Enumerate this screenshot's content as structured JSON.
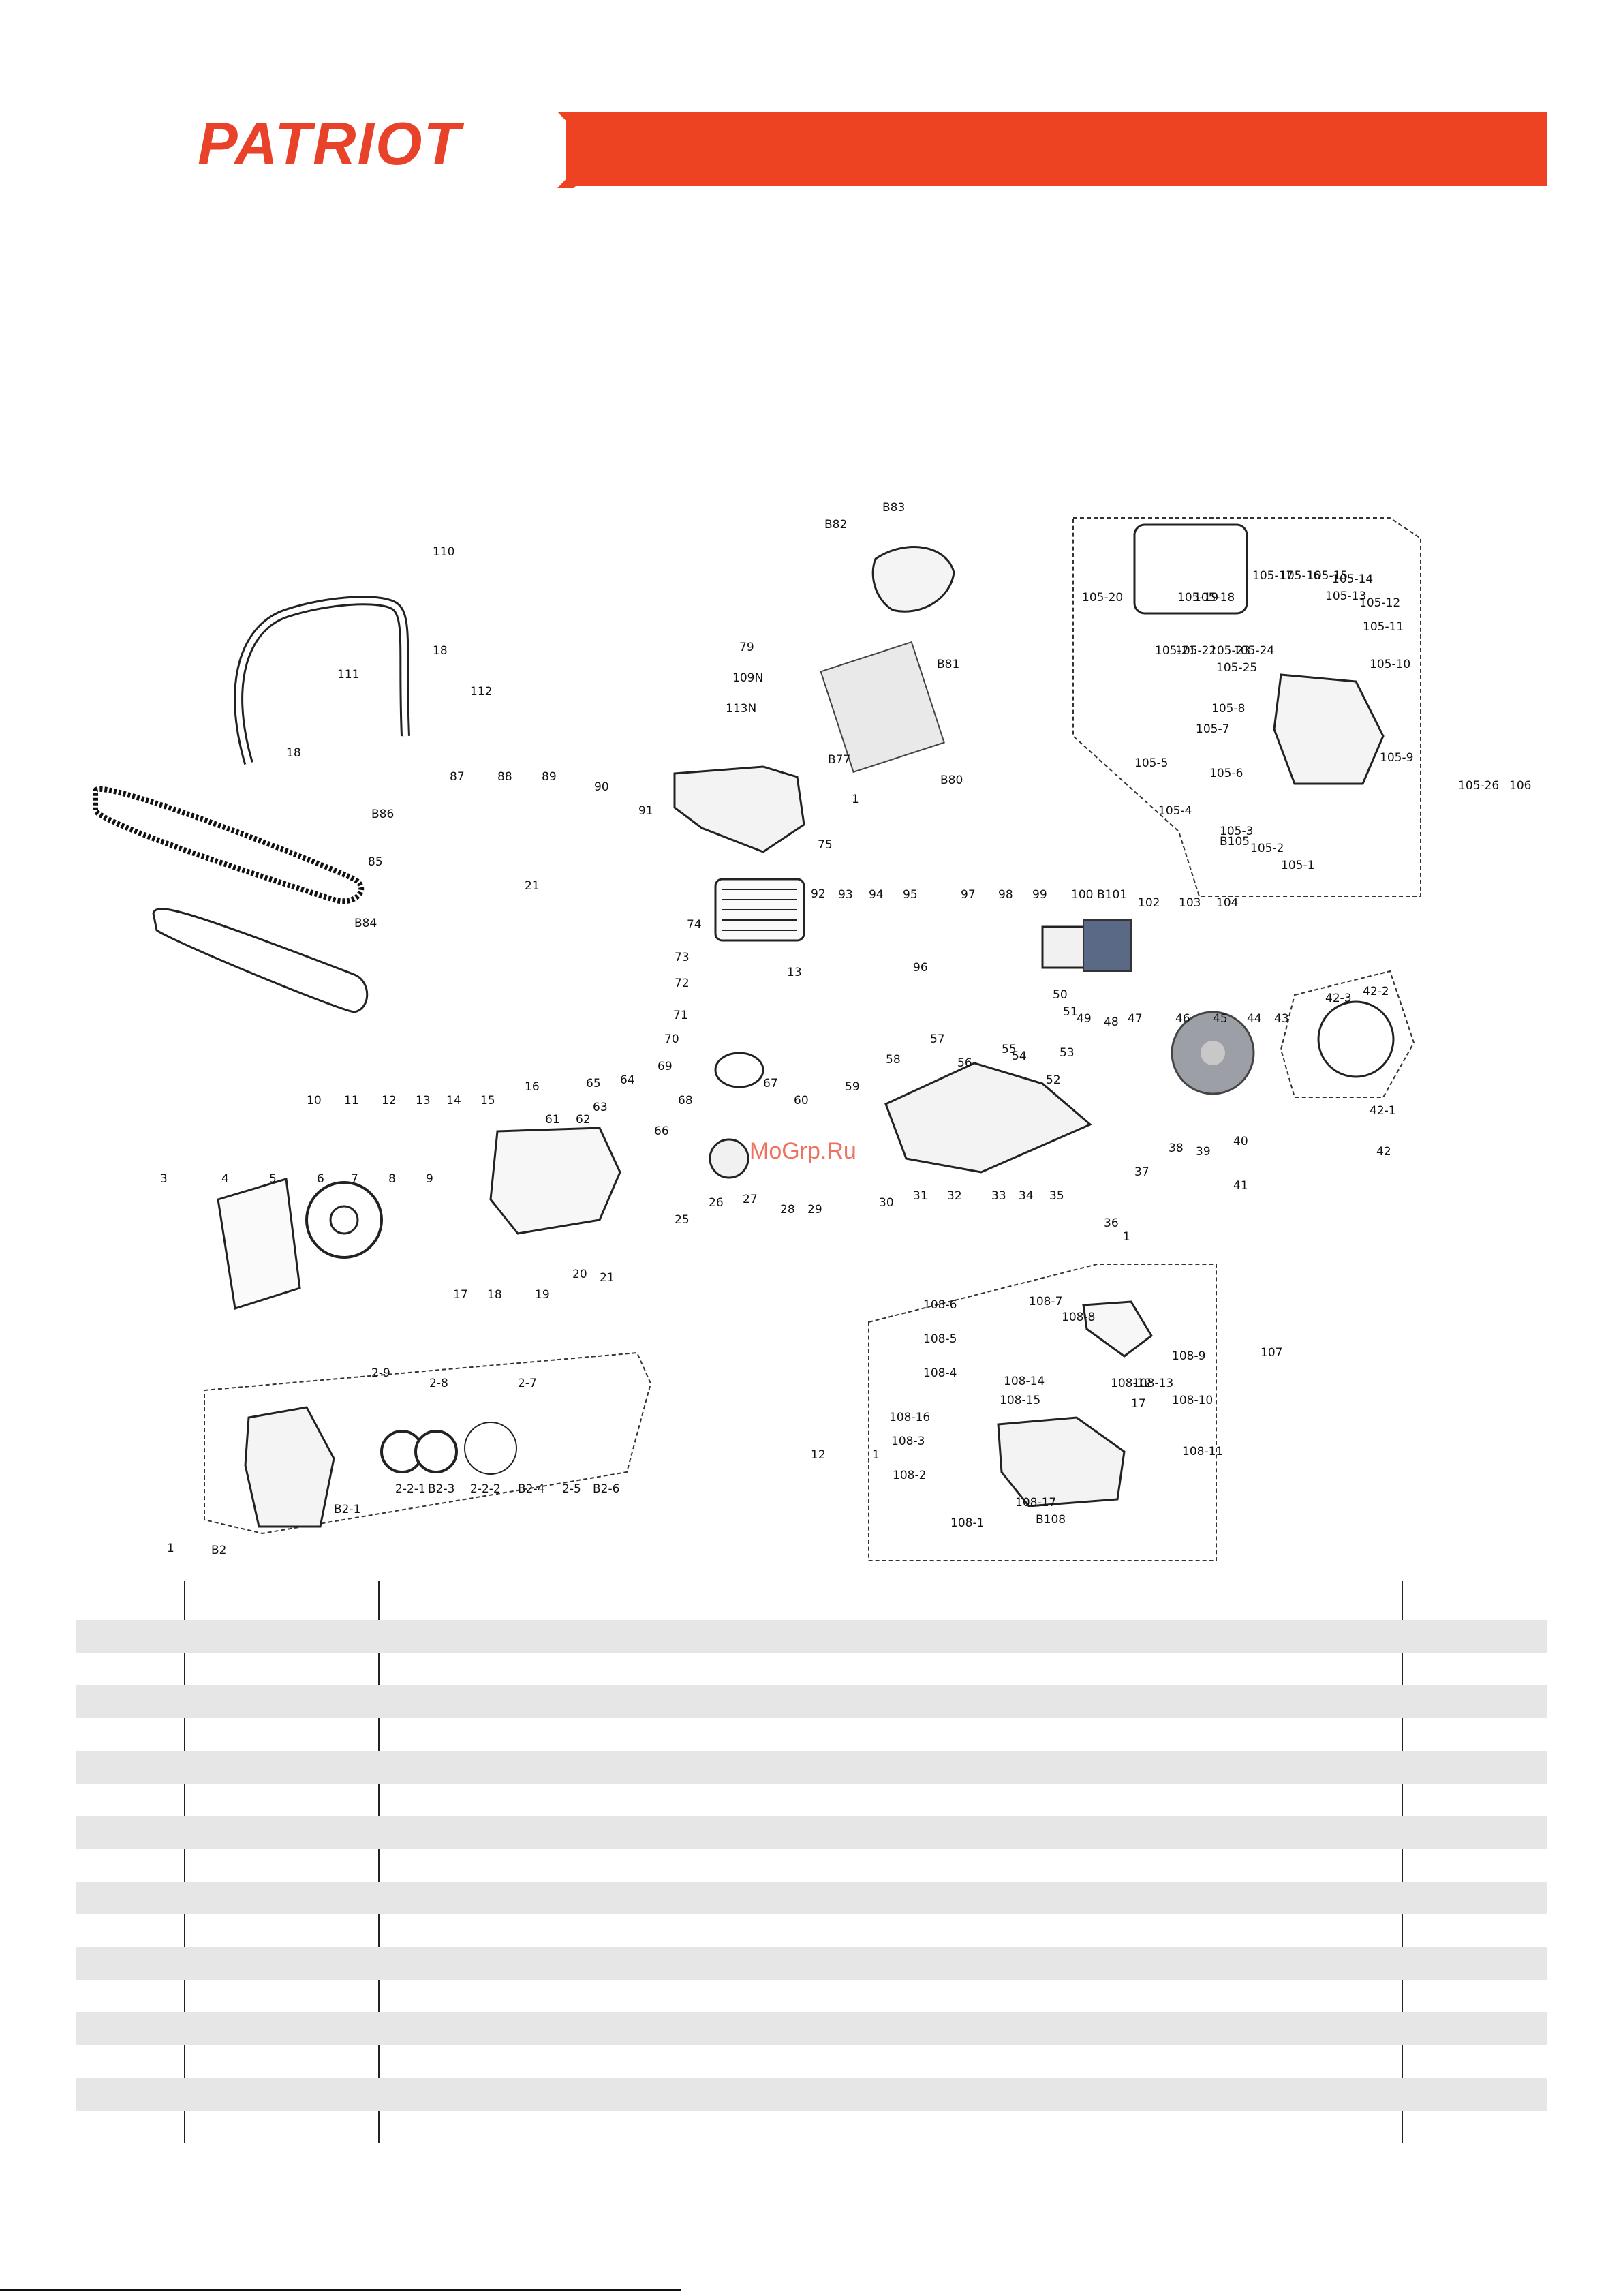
{
  "header": {
    "brand": "PATRIOT",
    "accent_color": "#ee4322"
  },
  "watermark": "MoGrp.Ru",
  "part_numbers": [
    "110",
    "18",
    "111",
    "112",
    "18",
    "В86",
    "87",
    "88",
    "89",
    "90",
    "91",
    "21",
    "В84",
    "85",
    "79",
    "109N",
    "113N",
    "В82",
    "В83",
    "В81",
    "В80",
    "В77",
    "1",
    "75",
    "74",
    "13",
    "92",
    "93",
    "94",
    "95",
    "97",
    "98",
    "99",
    "100",
    "В101",
    "102",
    "103",
    "104",
    "96",
    "73",
    "72",
    "71",
    "70",
    "69",
    "68",
    "67",
    "66",
    "65",
    "64",
    "63",
    "62",
    "61",
    "60",
    "59",
    "58",
    "57",
    "56",
    "55",
    "54",
    "53",
    "52",
    "51",
    "50",
    "49",
    "48",
    "47",
    "46",
    "45",
    "44",
    "43",
    "42",
    "42-1",
    "42-2",
    "42-3",
    "10",
    "11",
    "12",
    "13",
    "14",
    "15",
    "16",
    "3",
    "4",
    "5",
    "6",
    "7",
    "8",
    "9",
    "17",
    "18",
    "19",
    "20",
    "21",
    "25",
    "26",
    "27",
    "28",
    "29",
    "30",
    "31",
    "32",
    "33",
    "34",
    "35",
    "36",
    "37",
    "38",
    "39",
    "40",
    "41",
    "1",
    "В2",
    "2-9",
    "2-8",
    "2-7",
    "В2-1",
    "2-2-1",
    "В2-3",
    "2-2-2",
    "В2-4",
    "2-5",
    "В2-6",
    "1",
    "В105",
    "105-1",
    "105-2",
    "105-3",
    "105-4",
    "105-5",
    "105-6",
    "105-7",
    "105-8",
    "105-9",
    "105-10",
    "105-11",
    "105-12",
    "105-13",
    "105-14",
    "105-15",
    "105-16",
    "105-17",
    "105-18",
    "105-19",
    "105-20",
    "105-21",
    "105-22",
    "105-23",
    "105-24",
    "105-25",
    "105-26",
    "106",
    "107",
    "В108",
    "108-1",
    "108-2",
    "108-3",
    "108-4",
    "108-5",
    "108-6",
    "108-7",
    "108-8",
    "108-9",
    "108-10",
    "108-11",
    "108-12",
    "108-13",
    "108-14",
    "108-15",
    "108-16",
    "108-17",
    "17",
    "12",
    "1"
  ]
}
